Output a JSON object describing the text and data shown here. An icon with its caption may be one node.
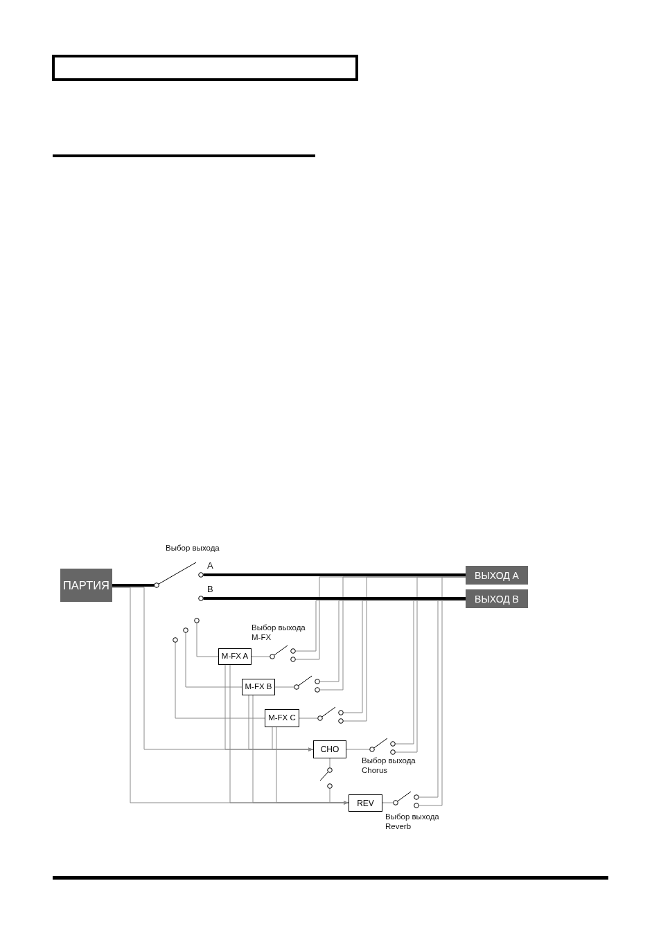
{
  "diagram": {
    "nodes": [
      {
        "text": [
          "ПАРТИЯ"
        ]
      },
      {
        "text": [],
        "shape": "switch",
        "beside": [
          "Выбор выхода"
        ]
      },
      {
        "text": [
          "ВЫХОД A"
        ]
      },
      {
        "text": [
          "ВЫХОД B"
        ]
      },
      {
        "text": [
          "M-FX A"
        ]
      },
      {
        "text": [],
        "shape": "switch",
        "beside": [
          "Выбор выхода M-FX"
        ]
      },
      {
        "text": [
          "M-FX B"
        ]
      },
      {
        "text": [],
        "shape": "switch"
      },
      {
        "text": [
          "M-FX C"
        ]
      },
      {
        "text": [],
        "shape": "switch"
      },
      {
        "text": [
          "CHO"
        ]
      },
      {
        "text": [],
        "shape": "switch",
        "beside": [
          "Выбор выхода Chorus"
        ]
      },
      {
        "text": [],
        "shape": "switch"
      },
      {
        "text": [
          "REV"
        ]
      },
      {
        "text": [],
        "shape": "switch",
        "beside": [
          "Выбор выхода Reverb"
        ]
      }
    ],
    "edges": [
      {
        "from": 0,
        "to": 1,
        "arrow": "none",
        "style": "thick",
        "color": "#000000"
      },
      {
        "from": 1,
        "to": 2,
        "arrow": "none",
        "label": "A",
        "style": "thick",
        "color": "#000000"
      },
      {
        "from": 1,
        "to": 3,
        "arrow": "none",
        "label": "B",
        "style": "thick",
        "color": "#000000"
      },
      {
        "from": 1,
        "to": 4,
        "arrow": "none"
      },
      {
        "from": 1,
        "to": 6,
        "arrow": "none"
      },
      {
        "from": 1,
        "to": 8,
        "arrow": "none"
      },
      {
        "from": 0,
        "to": 10,
        "arrow": "none"
      },
      {
        "from": 0,
        "to": 13,
        "arrow": "none"
      },
      {
        "from": 4,
        "to": 5,
        "arrow": "none"
      },
      {
        "from": 5,
        "to": 3,
        "arrow": "none"
      },
      {
        "from": 5,
        "to": 2,
        "arrow": "none"
      },
      {
        "from": 4,
        "to": 10,
        "arrow": "to"
      },
      {
        "from": 4,
        "to": 13,
        "arrow": "to"
      },
      {
        "from": 6,
        "to": 7,
        "arrow": "none"
      },
      {
        "from": 7,
        "to": 3,
        "arrow": "none"
      },
      {
        "from": 7,
        "to": 2,
        "arrow": "none"
      },
      {
        "from": 6,
        "to": 10,
        "arrow": "to"
      },
      {
        "from": 6,
        "to": 13,
        "arrow": "to"
      },
      {
        "from": 8,
        "to": 9,
        "arrow": "none"
      },
      {
        "from": 9,
        "to": 3,
        "arrow": "none"
      },
      {
        "from": 9,
        "to": 2,
        "arrow": "none"
      },
      {
        "from": 8,
        "to": 10,
        "arrow": "to"
      },
      {
        "from": 8,
        "to": 13,
        "arrow": "to"
      },
      {
        "from": 10,
        "to": 11,
        "arrow": "none"
      },
      {
        "from": 11,
        "to": 3,
        "arrow": "none"
      },
      {
        "from": 11,
        "to": 2,
        "arrow": "none"
      },
      {
        "from": 10,
        "to": 12,
        "arrow": "none"
      },
      {
        "from": 12,
        "to": 13,
        "arrow": "to"
      },
      {
        "from": 13,
        "to": 14,
        "arrow": "none"
      },
      {
        "from": 14,
        "to": 3,
        "arrow": "none"
      },
      {
        "from": 14,
        "to": 2,
        "arrow": "none"
      }
    ]
  }
}
